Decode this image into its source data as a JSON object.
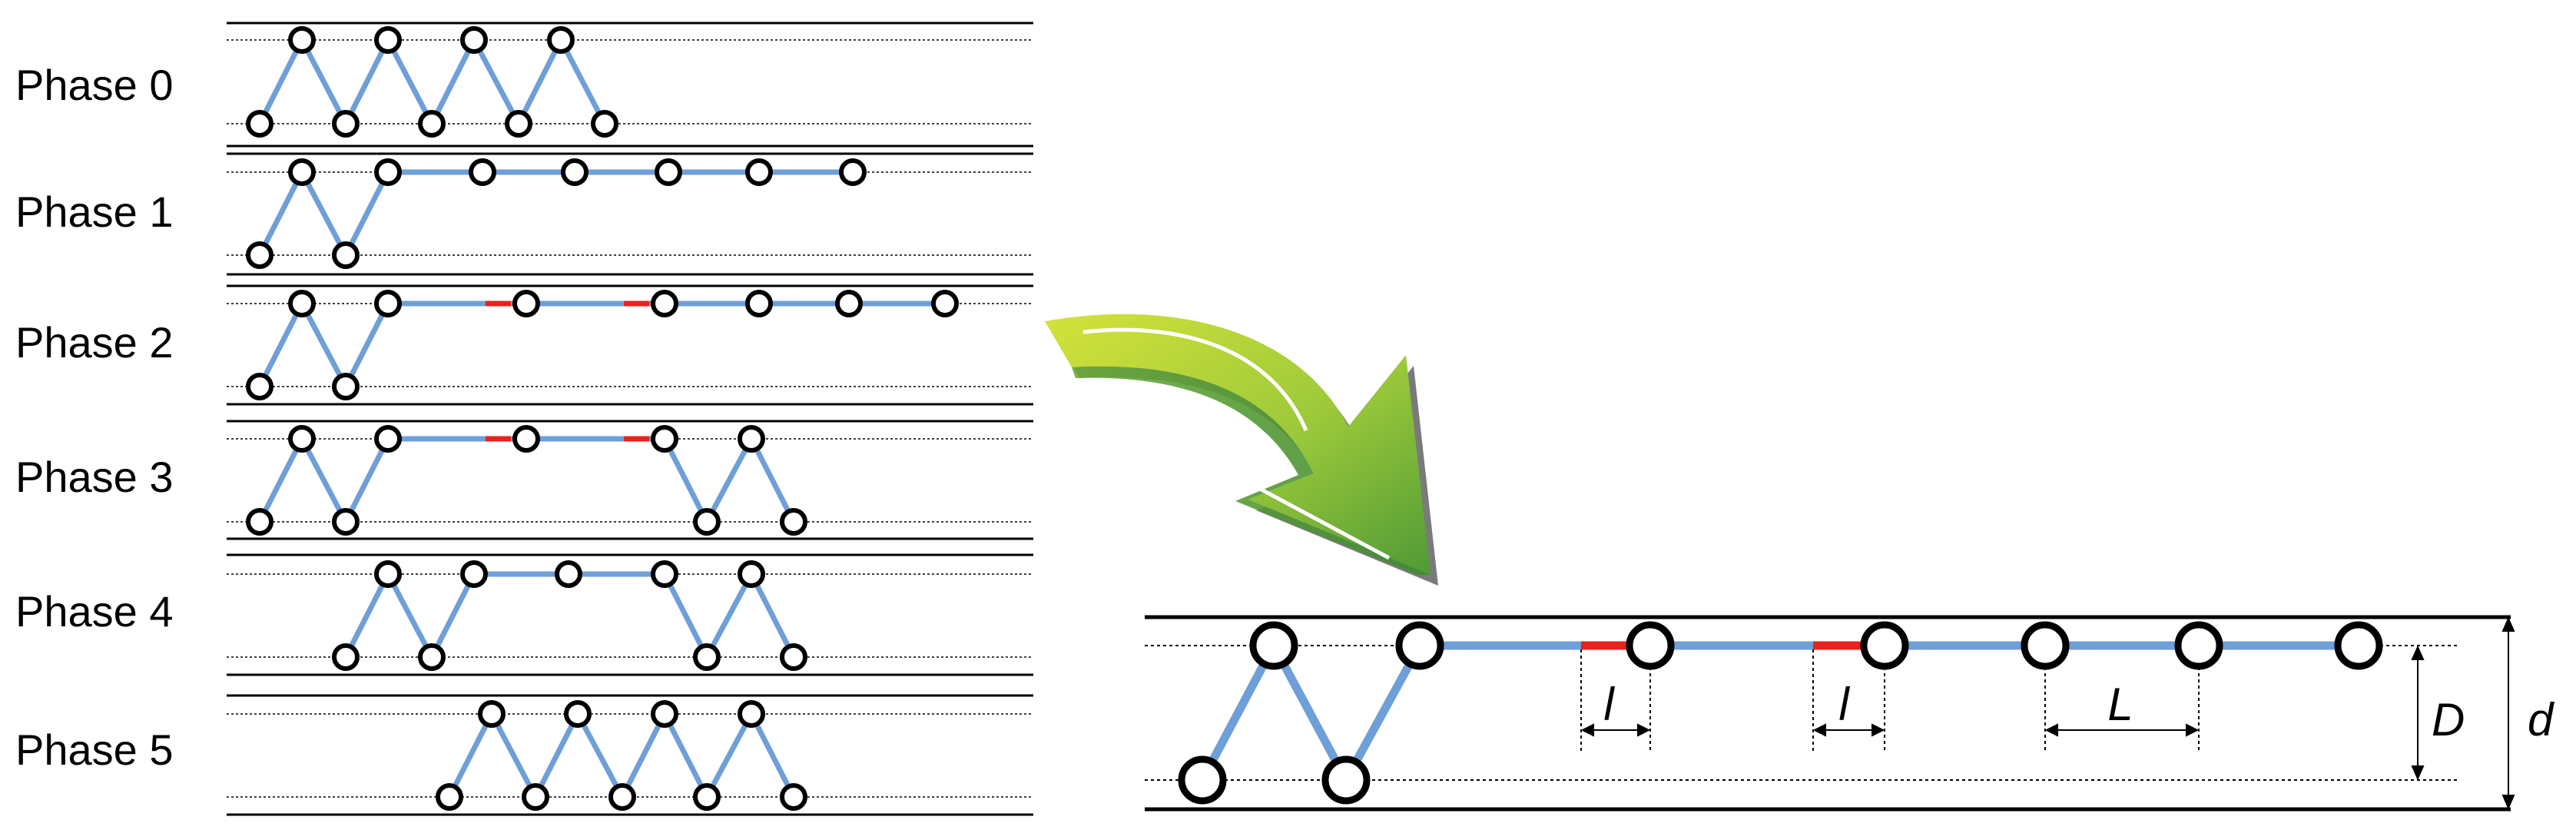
{
  "phases": [
    {
      "label": "Phase 0"
    },
    {
      "label": "Phase 1"
    },
    {
      "label": "Phase 2"
    },
    {
      "label": "Phase 3"
    },
    {
      "label": "Phase 4"
    },
    {
      "label": "Phase 5"
    }
  ],
  "detail": {
    "gap_label_1": "l",
    "gap_label_2": "l",
    "spacing_label": "L",
    "inner_height_label": "D",
    "outer_height_label": "d"
  },
  "colors": {
    "chain": "#6f9fd8",
    "gap": "#e8221c",
    "node_stroke": "#000000",
    "arrow_light": "#c7dc3a",
    "arrow_dark": "#5aa438"
  }
}
